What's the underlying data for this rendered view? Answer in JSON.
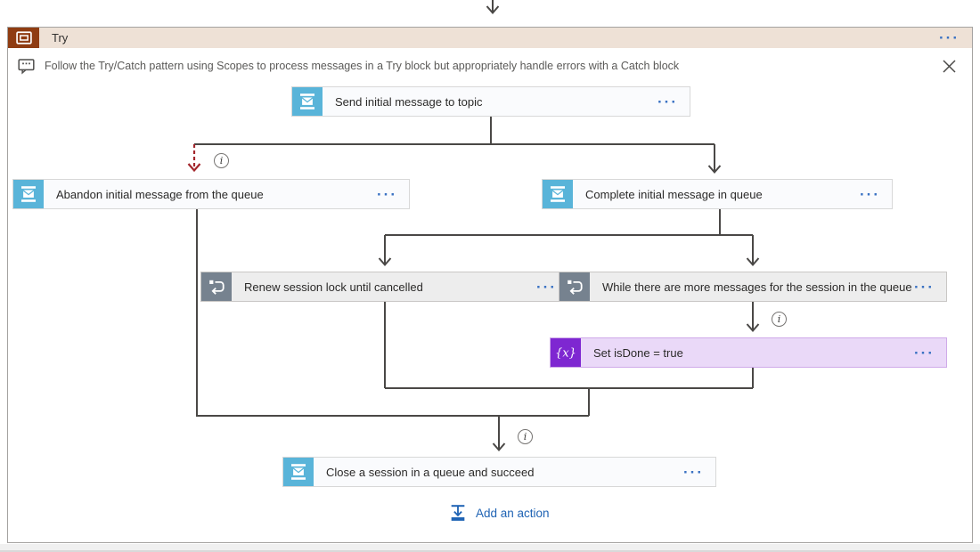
{
  "scope": {
    "title": "Try",
    "icon": "scope-icon",
    "menu_tooltip": "menu"
  },
  "comment": {
    "text": "Follow the Try/Catch pattern using Scopes to process messages in a Try block but appropriately handle errors with a Catch block"
  },
  "nodes": {
    "send": {
      "title": "Send initial message to topic",
      "icon": "service-bus-icon",
      "icon_color": "#59b4d9"
    },
    "abandon": {
      "title": "Abandon initial message from the queue",
      "icon": "service-bus-icon",
      "icon_color": "#59b4d9",
      "incoming_connector": "dashed-red-failed",
      "info_badge": true
    },
    "complete": {
      "title": "Complete initial message in queue",
      "icon": "service-bus-icon",
      "icon_color": "#59b4d9"
    },
    "renew": {
      "title": "Renew session lock until cancelled",
      "icon": "until-loop-icon",
      "icon_color": "#76828f"
    },
    "while_loop": {
      "title": "While there are more messages for the session in the queue",
      "icon": "until-loop-icon",
      "icon_color": "#76828f"
    },
    "set_variable": {
      "title": "Set isDone = true",
      "icon": "variables-icon",
      "icon_color": "#7e27d1",
      "info_badge": true
    },
    "close_session": {
      "title": "Close a session in a queue and succeed",
      "icon": "service-bus-icon",
      "icon_color": "#59b4d9",
      "info_badge": true
    }
  },
  "add_action": {
    "label": "Add an action",
    "icon": "add-action-icon"
  },
  "ui": {
    "ellipsis": "···",
    "info_glyph": "i",
    "variables_glyph": "{x}"
  },
  "colors": {
    "connector": "#4a4846",
    "failed_connector": "#a3272d",
    "accent_blue": "#3a72c3",
    "add_action_blue": "#1f63b4",
    "scope_header": "#eee1d6",
    "scope_icon": "#8f3c12",
    "service_bus": "#59b4d9",
    "loop_icon": "#76828f",
    "variables_icon": "#7e27d1",
    "variables_card_bg": "#ead9f8",
    "loop_card_bg": "#ededed",
    "card_bg": "#fafbfd",
    "canvas_strip": "#f0f0f0"
  }
}
